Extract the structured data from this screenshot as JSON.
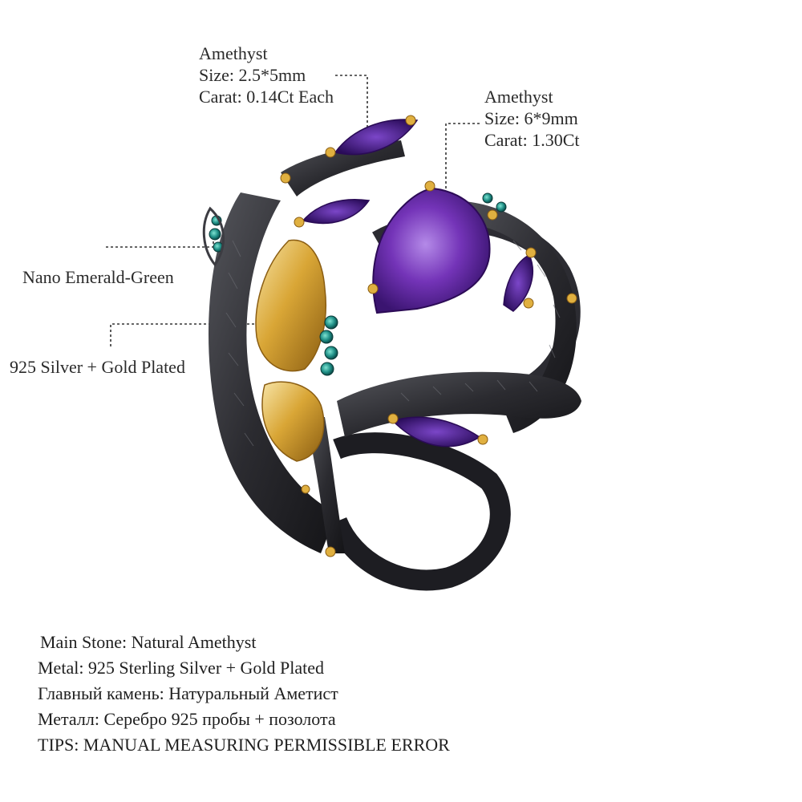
{
  "callouts": {
    "small_amethyst": {
      "name": "Amethyst",
      "size": "Size: 2.5*5mm",
      "carat": "Carat: 0.14Ct Each"
    },
    "main_amethyst": {
      "name": "Amethyst",
      "size": "Size: 6*9mm",
      "carat": "Carat: 1.30Ct"
    },
    "emerald": "Nano Emerald-Green",
    "metal": "925 Silver + Gold Plated"
  },
  "specs": [
    "Main Stone: Natural Amethyst",
    "Metal: 925 Sterling Silver + Gold Plated",
    "Главный камень: Натуральный Аметист",
    "Металл: Серебро 925 пробы + позолота",
    "TIPS: MANUAL MEASURING PERMISSIBLE ERROR"
  ],
  "colors": {
    "amethyst": "#5b2a9a",
    "amethyst_light": "#8e5ad0",
    "emerald": "#1f8f86",
    "gold": "#d9a636",
    "black_silver": "#2c2c30",
    "background": "#ffffff"
  }
}
